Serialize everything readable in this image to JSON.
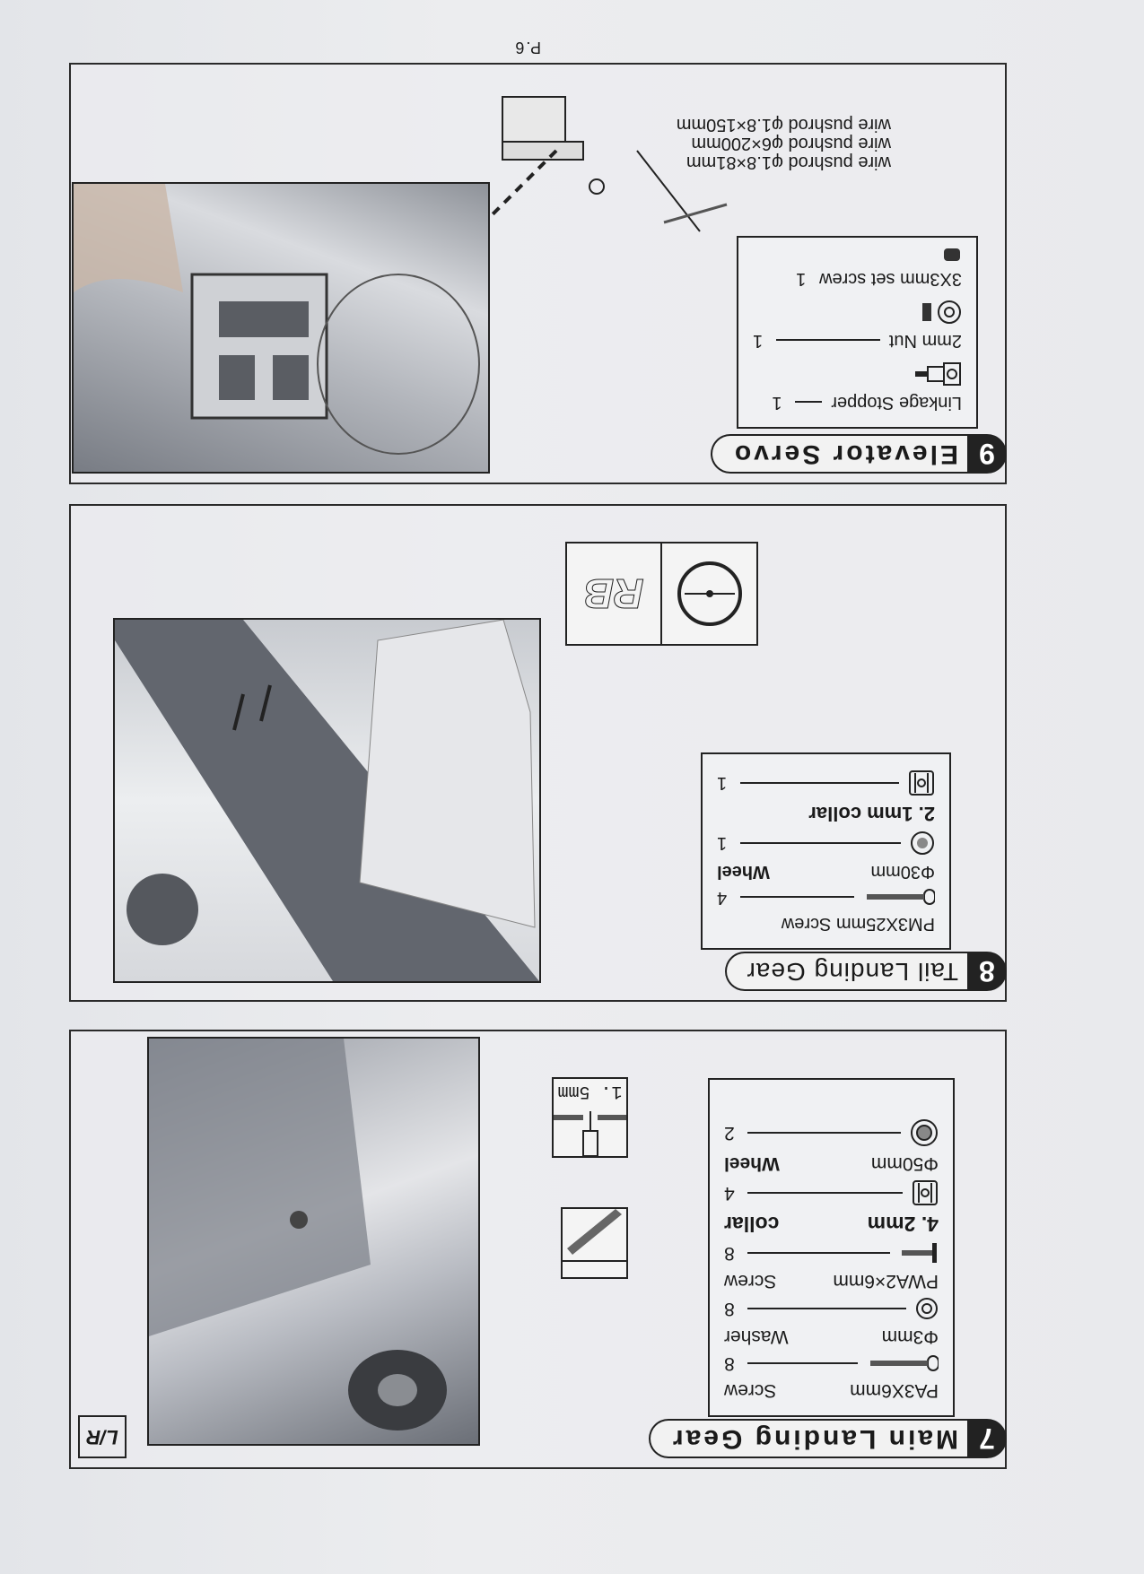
{
  "page_number": "P.6",
  "sections": [
    {
      "number": "7",
      "title": "Main Landing Gear",
      "side_badge": "L/R",
      "detail_label": "1. 5mm",
      "parts": [
        {
          "name": "PA3X6mm",
          "type": "Screw",
          "qty": "8",
          "icon": "screw-icon"
        },
        {
          "name": "Φ3mm",
          "type": "Washer",
          "qty": "8",
          "icon": "washer-icon"
        },
        {
          "name": "PWA2×6mm",
          "type": "Screw",
          "qty": "8",
          "icon": "small-screw-icon"
        },
        {
          "name": "4. 2mm",
          "type": "collar",
          "qty": "4",
          "icon": "collar-icon"
        },
        {
          "name": "Φ50mm",
          "type": "Wheel",
          "qty": "2",
          "icon": "wheel-icon"
        }
      ]
    },
    {
      "number": "8",
      "title": "Tail Landing Gear",
      "detail_label": "RB",
      "parts": [
        {
          "name": "PM3X25mm Screw",
          "qty": "4",
          "icon": "screw-icon"
        },
        {
          "name": "Φ30mm",
          "type": "Wheel",
          "qty": "1",
          "icon": "wheel-icon"
        },
        {
          "name": "2. 1mm collar",
          "qty": "1",
          "icon": "collar-icon"
        }
      ]
    },
    {
      "number": "9",
      "title": "Elevator Servo",
      "parts": [
        {
          "name": "Linkage Stopper",
          "qty": "1",
          "icon": "linkage-stopper-icon"
        },
        {
          "name": "2mm Nut",
          "qty": "1",
          "icon": "nut-icon"
        },
        {
          "name": "3X3mm set screw",
          "qty": "1",
          "icon": "set-screw-icon"
        }
      ],
      "pushrods": [
        "wire pushrod φ1.8×81mm",
        "wire pushrod φ6×200mm",
        "wire pushrod φ1.8×150mm"
      ]
    }
  ]
}
